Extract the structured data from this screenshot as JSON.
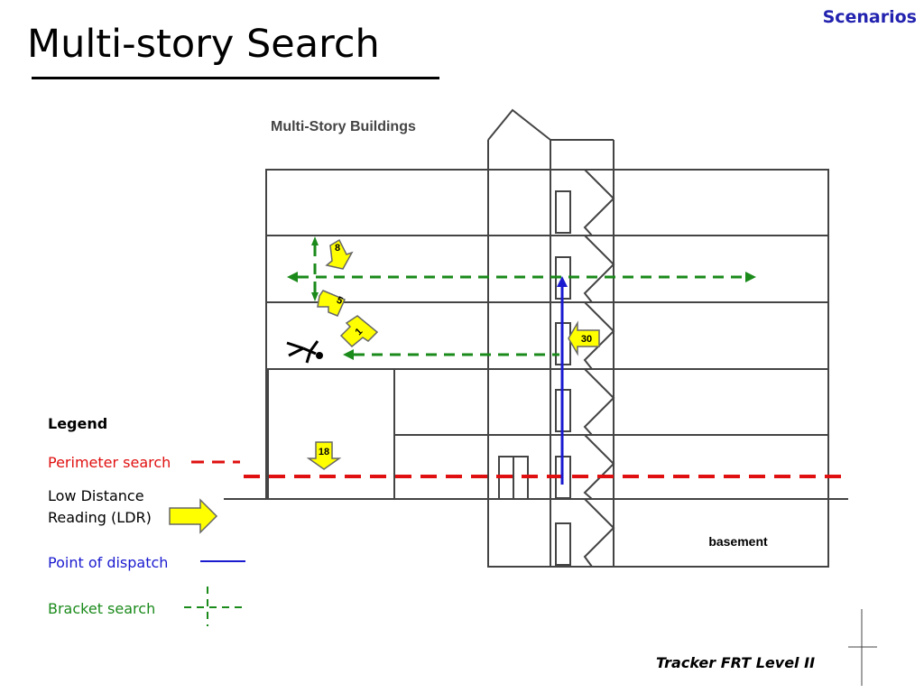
{
  "header": {
    "section_label": "Scenarios",
    "title": "Multi-story Search"
  },
  "figure": {
    "caption": "Multi-Story Buildings",
    "basement_label": "basement",
    "ldr_markers": [
      "8",
      "5",
      "1",
      "30",
      "18"
    ]
  },
  "legend": {
    "title": "Legend",
    "perimeter": "Perimeter search",
    "ldr": "Low Distance\nReading (LDR)",
    "dispatch": "Point of dispatch",
    "bracket": "Bracket search"
  },
  "footer": {
    "text": "Tracker FRT  Level II"
  },
  "colors": {
    "perimeter": "#e01010",
    "dispatch": "#1a1ad0",
    "bracket": "#1a8a1a",
    "ldr_fill": "#ffff00",
    "section_label": "#2323b0"
  }
}
